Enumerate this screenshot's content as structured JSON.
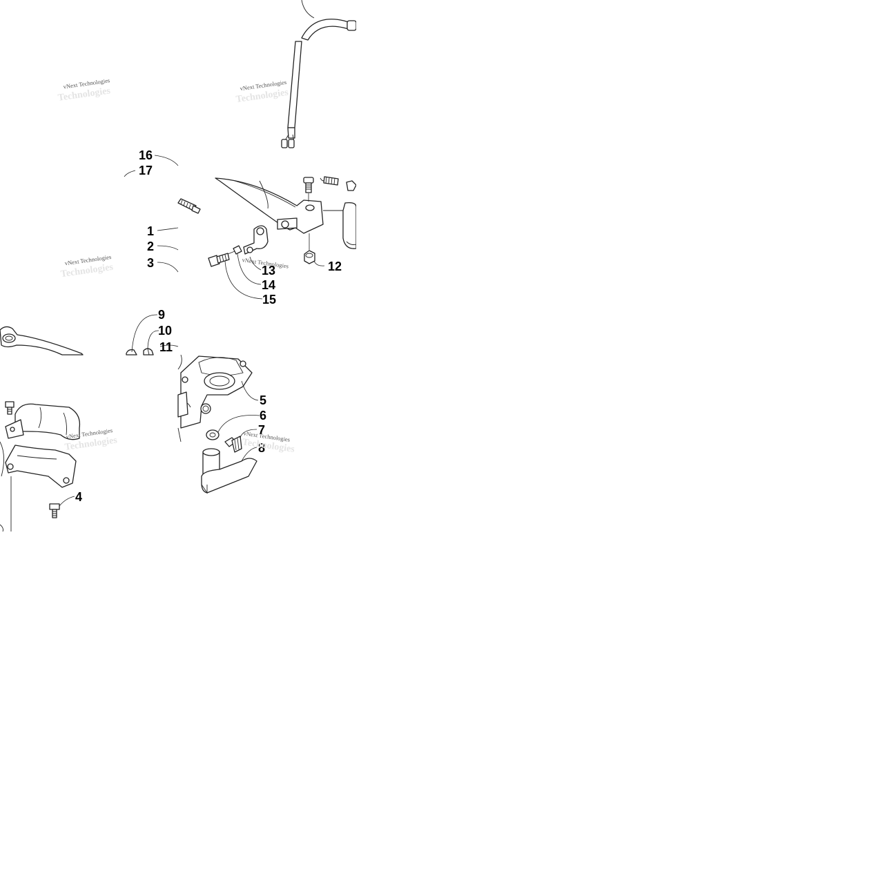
{
  "watermark": {
    "text": "vNext Technologies",
    "color": "#555555"
  },
  "callouts": [
    {
      "id": "1",
      "label": "1"
    },
    {
      "id": "2",
      "label": "2"
    },
    {
      "id": "3",
      "label": "3"
    },
    {
      "id": "4",
      "label": "4"
    },
    {
      "id": "5",
      "label": "5"
    },
    {
      "id": "6",
      "label": "6"
    },
    {
      "id": "7",
      "label": "7"
    },
    {
      "id": "8",
      "label": "8"
    },
    {
      "id": "9",
      "label": "9"
    },
    {
      "id": "10",
      "label": "10"
    },
    {
      "id": "11",
      "label": "11"
    },
    {
      "id": "12",
      "label": "12"
    },
    {
      "id": "13",
      "label": "13"
    },
    {
      "id": "14",
      "label": "14"
    },
    {
      "id": "15",
      "label": "15"
    },
    {
      "id": "16",
      "label": "16"
    },
    {
      "id": "17",
      "label": "17"
    }
  ],
  "colors": {
    "line": "#222222",
    "background": "#ffffff",
    "label": "#000000"
  }
}
